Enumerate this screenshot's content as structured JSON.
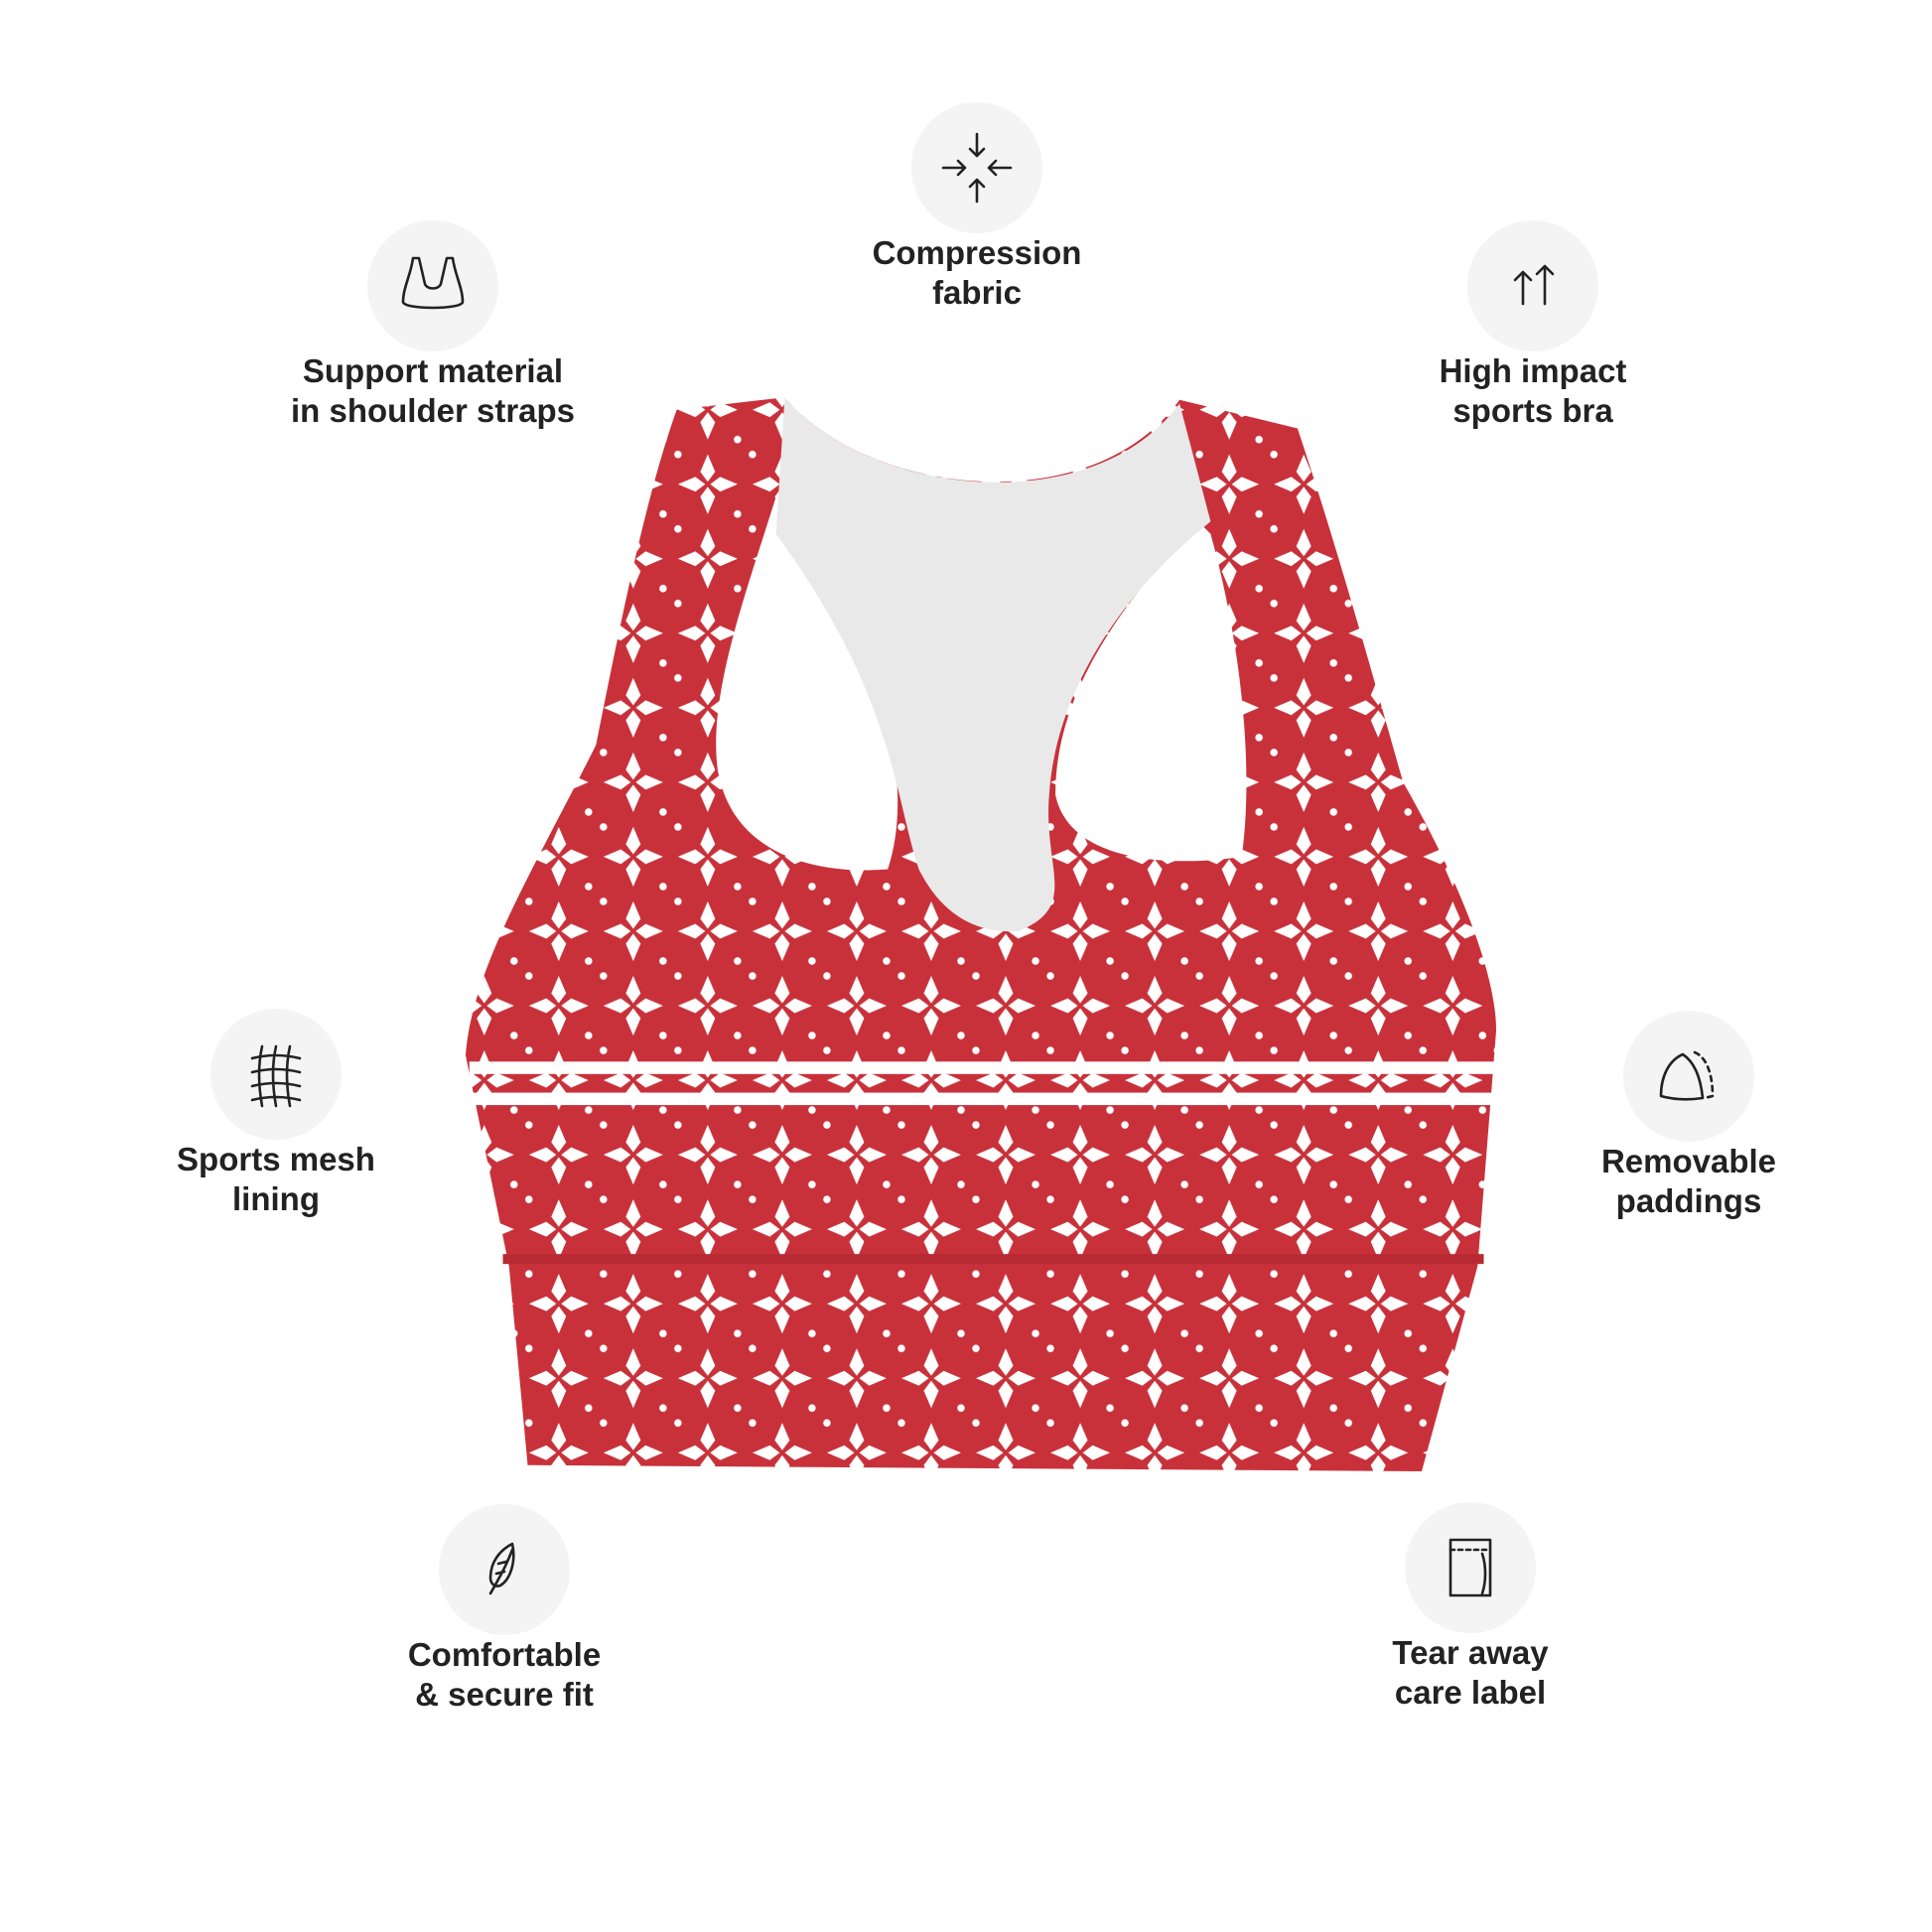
{
  "features": [
    {
      "id": "compression",
      "icon": "compress-arrows-icon",
      "line1": "Compression",
      "line2": "fabric"
    },
    {
      "id": "support",
      "icon": "shoulder-straps-icon",
      "line1": "Support material",
      "line2": "in shoulder straps"
    },
    {
      "id": "high-impact",
      "icon": "up-arrows-icon",
      "line1": "High impact",
      "line2": "sports bra"
    },
    {
      "id": "mesh",
      "icon": "mesh-icon",
      "line1": "Sports mesh",
      "line2": "lining"
    },
    {
      "id": "paddings",
      "icon": "padding-icon",
      "line1": "Removable",
      "line2": "paddings"
    },
    {
      "id": "comfort",
      "icon": "feather-icon",
      "line1": "Comfortable",
      "line2": "& secure fit"
    },
    {
      "id": "label",
      "icon": "care-label-icon",
      "line1": "Tear away",
      "line2": "care label"
    }
  ],
  "colors": {
    "fabric": "#c8313a",
    "pattern": "#ffffff",
    "mesh": "#e9e9e9",
    "icon_bg": "#f4f4f4"
  }
}
